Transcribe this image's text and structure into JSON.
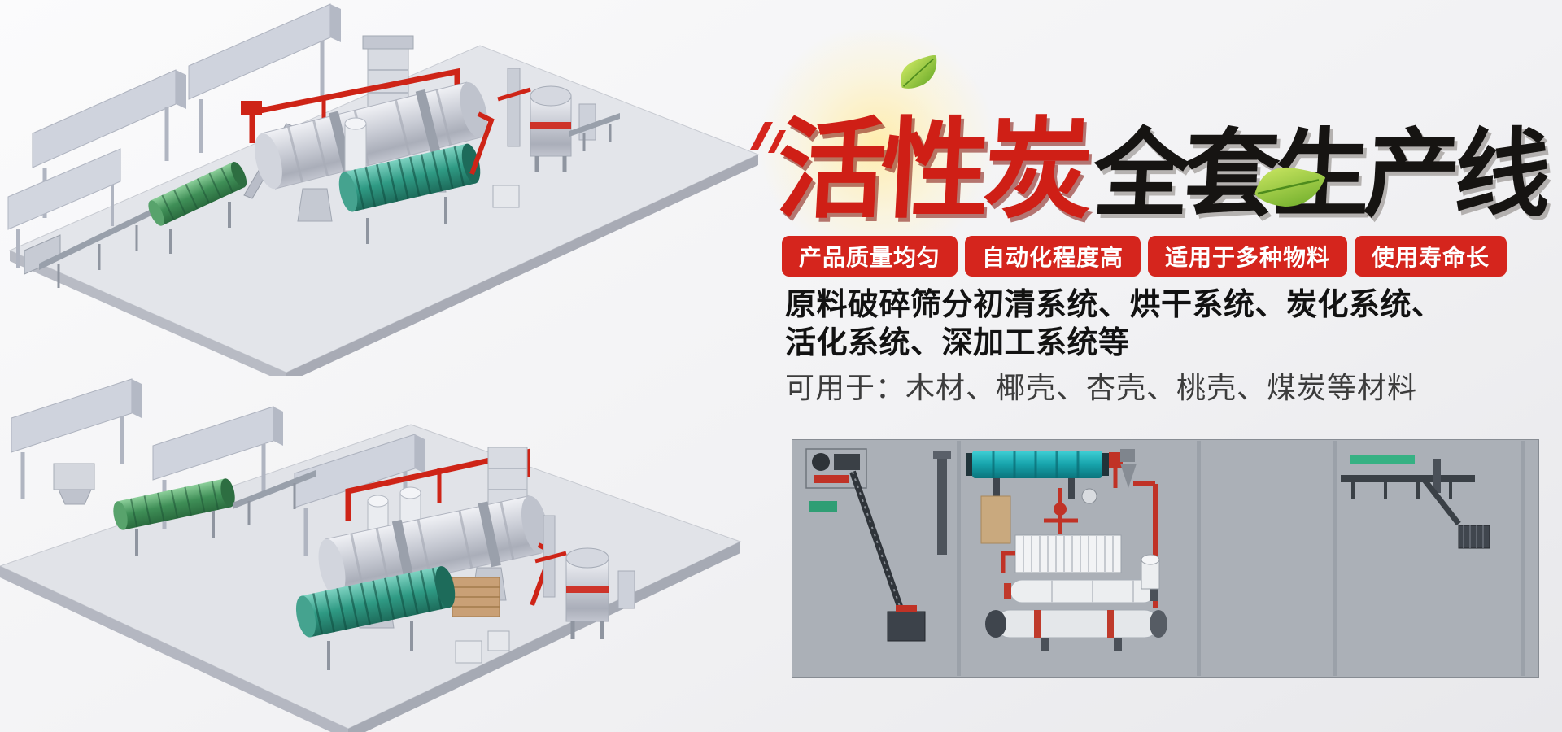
{
  "banner": {
    "title": {
      "red": "活性炭",
      "black": "全套生产线"
    },
    "badges": [
      {
        "label": "产品质量均匀"
      },
      {
        "label": "自动化程度高"
      },
      {
        "label": "适用于多种物料"
      },
      {
        "label": "使用寿命长"
      }
    ],
    "description": {
      "systems_line1": "原料破碎筛分初清系统、烘干系统、炭化系统、",
      "systems_line2": "活化系统、深加工系统等",
      "materials_line": "可用于：木材、椰壳、杏壳、桃壳、煤炭等材料"
    },
    "icons": {
      "leaf": "leaf-icon",
      "speed_lines": "speed-lines-icon"
    },
    "colors": {
      "badge_red": "#d5251d",
      "title_red": "#cf1f16",
      "title_black": "#161412",
      "background_light": "#fbfbfc",
      "background_dark": "#e8e8eb",
      "panel_gray": "#abb0b7",
      "machine_teal": "#2f9a84",
      "machine_green": "#3f8f57",
      "pipe_red": "#ce2417"
    }
  }
}
